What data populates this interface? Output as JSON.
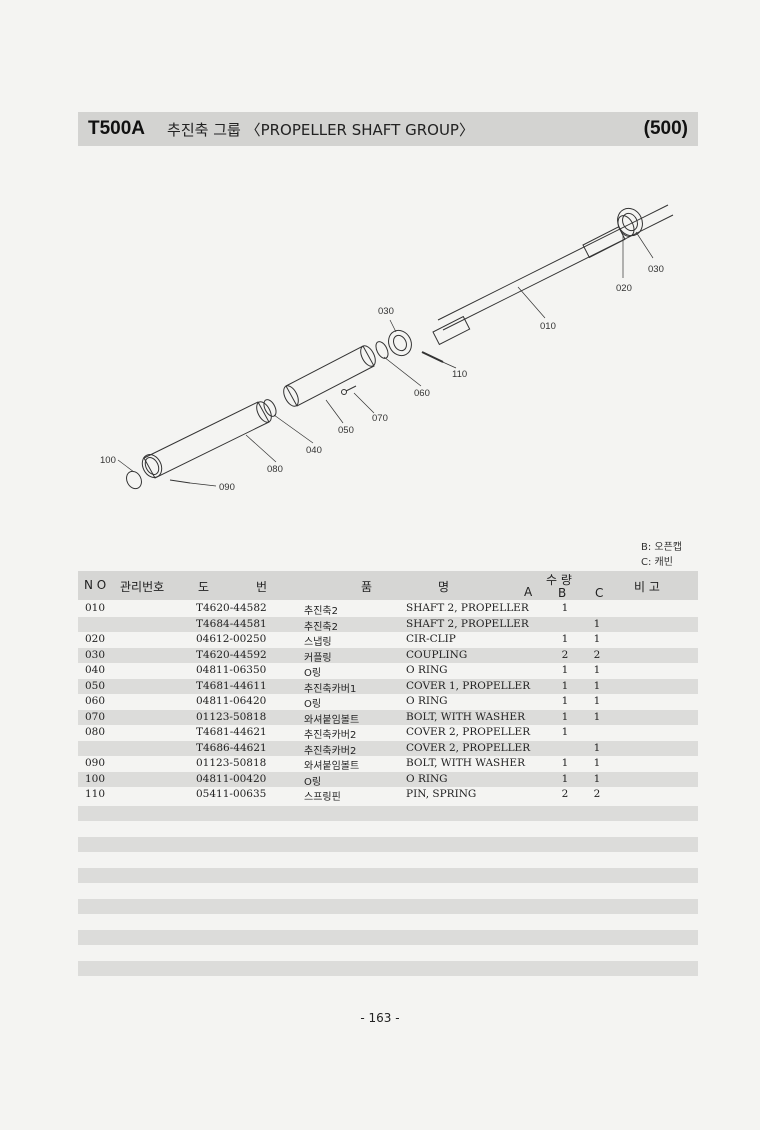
{
  "header": {
    "model": "T500A",
    "title": "추진축 그룹 〈PROPELLER SHAFT GROUP〉",
    "page_code": "(500)"
  },
  "legend": {
    "line1": "B: 오픈캡",
    "line2": "C: 캐빈"
  },
  "diagram": {
    "callouts": [
      "030",
      "020",
      "010",
      "030",
      "110",
      "060",
      "070",
      "050",
      "040",
      "080",
      "100",
      "090"
    ]
  },
  "table": {
    "headers": {
      "no": "N O",
      "mgmt": "관리번호",
      "do": "도",
      "beon": "번",
      "pum": "품",
      "myeong": "명",
      "suryang": "수 량",
      "a": "A",
      "b": "B",
      "c": "C",
      "bigo": "비 고"
    },
    "rows": [
      {
        "no": "010",
        "code": "T4620-44582",
        "kr": "추진축2",
        "en": "SHAFT 2, PROPELLER",
        "qty_b": "1",
        "qty_c": ""
      },
      {
        "no": "",
        "code": "T4684-44581",
        "kr": "추진축2",
        "en": "SHAFT 2, PROPELLER",
        "qty_b": "",
        "qty_c": "1"
      },
      {
        "no": "020",
        "code": "04612-00250",
        "kr": "스냅링",
        "en": "CIR-CLIP",
        "qty_b": "1",
        "qty_c": "1"
      },
      {
        "no": "030",
        "code": "T4620-44592",
        "kr": "커플링",
        "en": "COUPLING",
        "qty_b": "2",
        "qty_c": "2"
      },
      {
        "no": "040",
        "code": "04811-06350",
        "kr": "O링",
        "en": "O RING",
        "qty_b": "1",
        "qty_c": "1"
      },
      {
        "no": "050",
        "code": "T4681-44611",
        "kr": "추진축카버1",
        "en": "COVER 1, PROPELLER",
        "qty_b": "1",
        "qty_c": "1"
      },
      {
        "no": "060",
        "code": "04811-06420",
        "kr": "O링",
        "en": "O RING",
        "qty_b": "1",
        "qty_c": "1"
      },
      {
        "no": "070",
        "code": "01123-50818",
        "kr": "와셔붙임볼트",
        "en": "BOLT, WITH WASHER",
        "qty_b": "1",
        "qty_c": "1"
      },
      {
        "no": "080",
        "code": "T4681-44621",
        "kr": "추진축카버2",
        "en": "COVER 2, PROPELLER",
        "qty_b": "1",
        "qty_c": ""
      },
      {
        "no": "",
        "code": "T4686-44621",
        "kr": "추진축카버2",
        "en": "COVER 2, PROPELLER",
        "qty_b": "",
        "qty_c": "1"
      },
      {
        "no": "090",
        "code": "01123-50818",
        "kr": "와셔붙임볼트",
        "en": "BOLT, WITH WASHER",
        "qty_b": "1",
        "qty_c": "1"
      },
      {
        "no": "100",
        "code": "04811-00420",
        "kr": "O링",
        "en": "O RING",
        "qty_b": "1",
        "qty_c": "1"
      },
      {
        "no": "110",
        "code": "05411-00635",
        "kr": "스프링핀",
        "en": "PIN, SPRING",
        "qty_b": "2",
        "qty_c": "2"
      }
    ]
  },
  "page_number": "- 163 -"
}
